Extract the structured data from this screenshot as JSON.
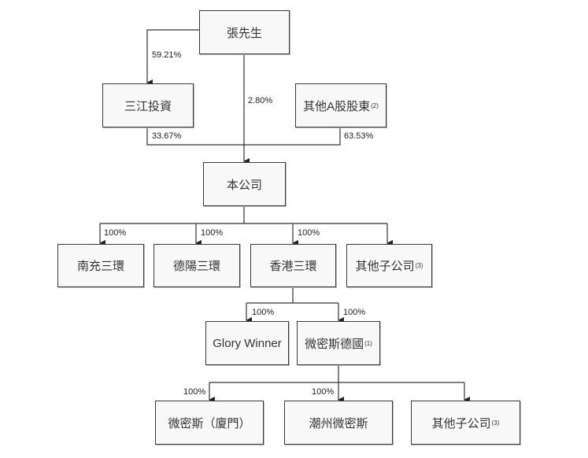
{
  "nodes": {
    "zhang": {
      "label": "張先生"
    },
    "sanjiang": {
      "label": "三江投資"
    },
    "other_a": {
      "label": "其他A股股東",
      "note": "(2)"
    },
    "company": {
      "label": "本公司"
    },
    "nanchong": {
      "label": "南充三環"
    },
    "deyang": {
      "label": "德陽三環"
    },
    "hongkong": {
      "label": "香港三環"
    },
    "other_sub1": {
      "label": "其他子公司",
      "note": "(3)"
    },
    "glory": {
      "label": "Glory Winner"
    },
    "germany": {
      "label": "微密斯德國",
      "note": "(1)"
    },
    "xiamen": {
      "label": "微密斯（廈門）"
    },
    "chaozhou": {
      "label": "潮州微密斯"
    },
    "other_sub2": {
      "label": "其他子公司",
      "note": "(3)"
    }
  },
  "edges": {
    "zhang_sanjiang": "59.21%",
    "zhang_company": "2.80%",
    "sanjiang_company": "33.67%",
    "other_a_company": "63.53%",
    "company_nanchong": "100%",
    "company_deyang": "100%",
    "company_hongkong": "100%",
    "hongkong_glory": "100%",
    "hongkong_germany": "100%",
    "germany_xiamen": "100%",
    "germany_chaozhou": "100%"
  }
}
